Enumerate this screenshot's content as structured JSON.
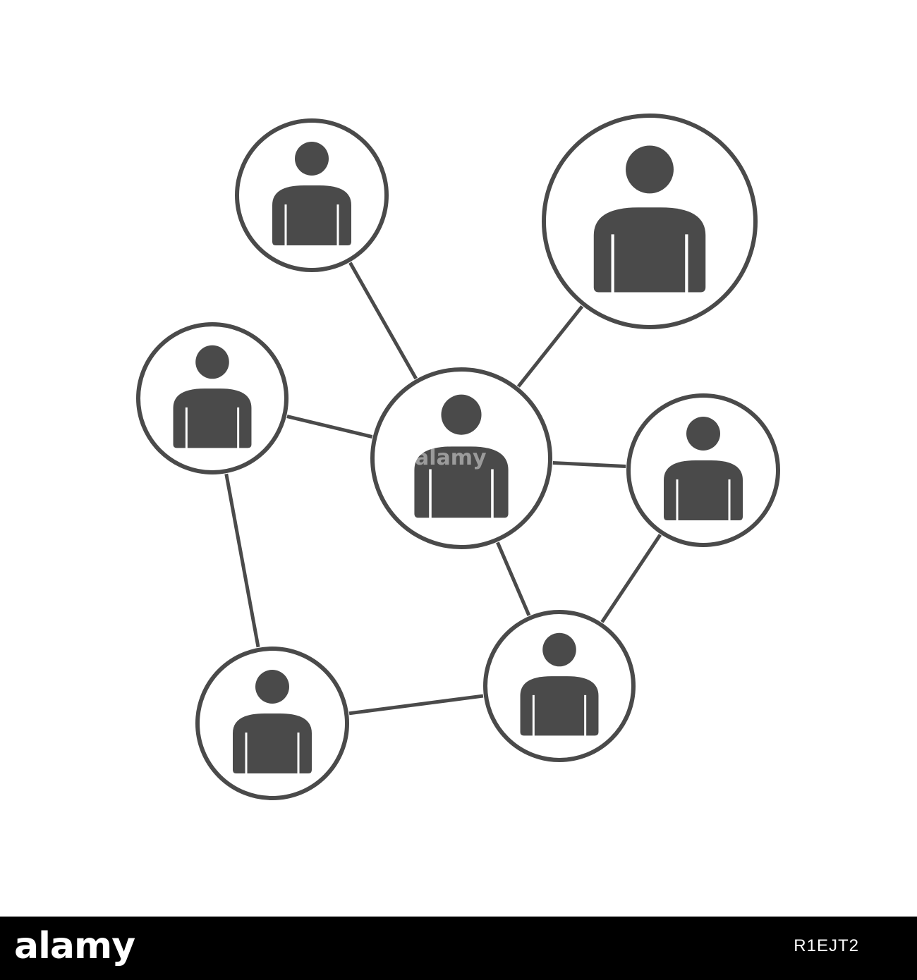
{
  "colors": {
    "stroke": "#4a4a4a",
    "figure": "#4a4a4a",
    "background": "#ffffff",
    "footer_background": "#000000",
    "footer_text": "#ffffff"
  },
  "diagram": {
    "nodes": [
      {
        "id": "center",
        "icon": "person-icon"
      },
      {
        "id": "top-left",
        "icon": "person-icon"
      },
      {
        "id": "top-right",
        "icon": "person-icon"
      },
      {
        "id": "left",
        "icon": "person-icon"
      },
      {
        "id": "right",
        "icon": "person-icon"
      },
      {
        "id": "bottom-left",
        "icon": "person-icon"
      },
      {
        "id": "bottom-right",
        "icon": "person-icon"
      }
    ],
    "edges": [
      [
        "top-left",
        "center"
      ],
      [
        "top-right",
        "center"
      ],
      [
        "left",
        "center"
      ],
      [
        "right",
        "center"
      ],
      [
        "bottom-right",
        "center"
      ],
      [
        "bottom-right",
        "right"
      ],
      [
        "left",
        "bottom-left"
      ],
      [
        "bottom-left",
        "bottom-right"
      ]
    ]
  },
  "footer": {
    "logo": "alamy",
    "image_id": "R1EJT2"
  },
  "watermark": {
    "text": "alamy"
  }
}
